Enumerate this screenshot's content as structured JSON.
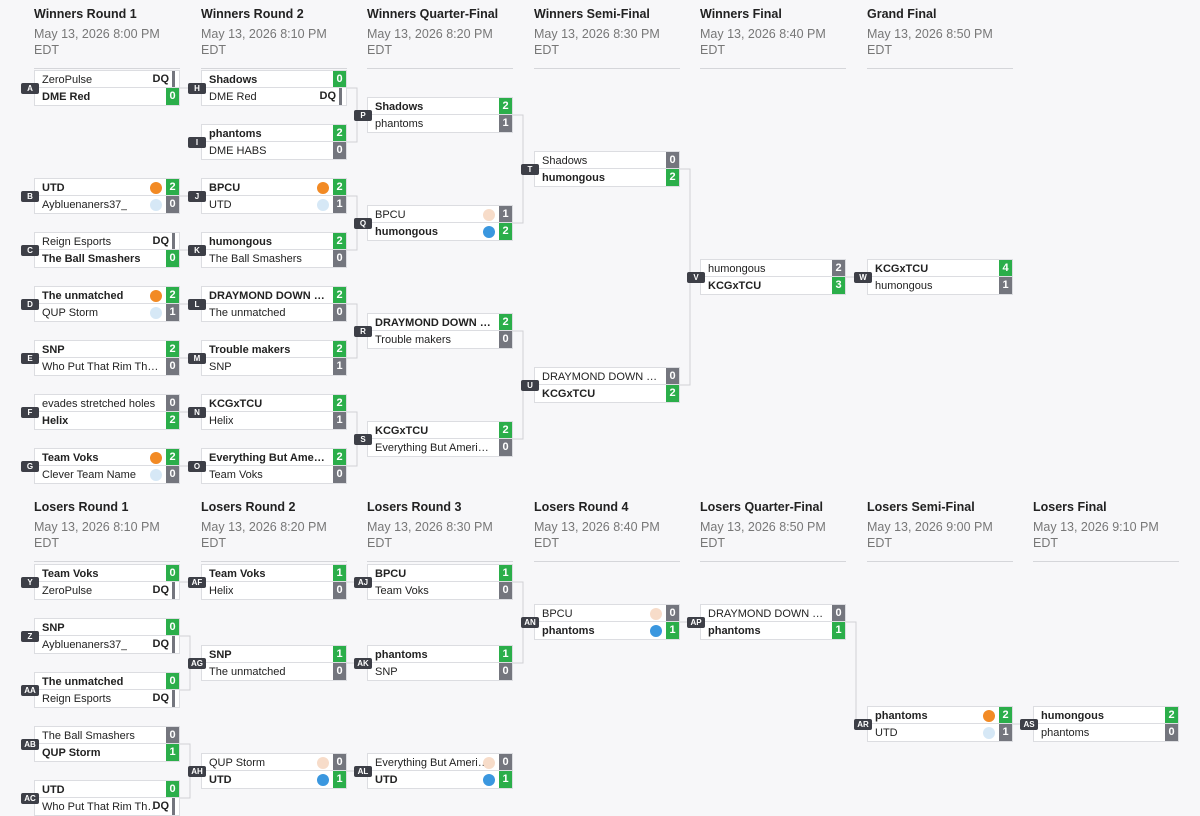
{
  "colors": {
    "win": "#2bae4a",
    "loss": "#74767e",
    "line": "#d0d1d5",
    "label_bg": "#3d3f47",
    "orange": "#f28a24",
    "blue": "#3a97df",
    "light_blue": "#d6e8f6",
    "peach": "#f7dcc9"
  },
  "winners_rounds": [
    {
      "title": "Winners Round 1",
      "date": "May 13, 2026 8:00 PM EDT"
    },
    {
      "title": "Winners Round 2",
      "date": "May 13, 2026 8:10 PM EDT"
    },
    {
      "title": "Winners Quarter-Final",
      "date": "May 13, 2026 8:20 PM EDT"
    },
    {
      "title": "Winners Semi-Final",
      "date": "May 13, 2026 8:30 PM EDT"
    },
    {
      "title": "Winners Final",
      "date": "May 13, 2026 8:40 PM EDT"
    },
    {
      "title": "Grand Final",
      "date": "May 13, 2026 8:50 PM EDT"
    }
  ],
  "losers_rounds": [
    {
      "title": "Losers Round 1",
      "date": "May 13, 2026 8:10 PM EDT"
    },
    {
      "title": "Losers Round 2",
      "date": "May 13, 2026 8:20 PM EDT"
    },
    {
      "title": "Losers Round 3",
      "date": "May 13, 2026 8:30 PM EDT"
    },
    {
      "title": "Losers Round 4",
      "date": "May 13, 2026 8:40 PM EDT"
    },
    {
      "title": "Losers Quarter-Final",
      "date": "May 13, 2026 8:50 PM EDT"
    },
    {
      "title": "Losers Semi-Final",
      "date": "May 13, 2026 9:00 PM EDT"
    },
    {
      "title": "Losers Final",
      "date": "May 13, 2026 9:10 PM EDT"
    }
  ],
  "matches": [
    {
      "id": "A",
      "bracket": "W",
      "round": 0,
      "slots": [
        {
          "name": "ZeroPulse",
          "score": "DQ",
          "win": false
        },
        {
          "name": "DME Red",
          "score": "0",
          "win": true
        }
      ]
    },
    {
      "id": "B",
      "bracket": "W",
      "round": 0,
      "slots": [
        {
          "name": "UTD",
          "score": "2",
          "win": true,
          "dot": "orange"
        },
        {
          "name": "Aybluenaners37_",
          "score": "0",
          "win": false,
          "dot": "light_blue"
        }
      ]
    },
    {
      "id": "C",
      "bracket": "W",
      "round": 0,
      "slots": [
        {
          "name": "Reign Esports",
          "score": "DQ",
          "win": false
        },
        {
          "name": "The Ball Smashers",
          "score": "0",
          "win": true
        }
      ]
    },
    {
      "id": "D",
      "bracket": "W",
      "round": 0,
      "slots": [
        {
          "name": "The unmatched",
          "score": "2",
          "win": true,
          "dot": "orange"
        },
        {
          "name": "QUP Storm",
          "score": "1",
          "win": false,
          "dot": "light_blue"
        }
      ]
    },
    {
      "id": "E",
      "bracket": "W",
      "round": 0,
      "slots": [
        {
          "name": "SNP",
          "score": "2",
          "win": true
        },
        {
          "name": "Who Put That Rim There?",
          "score": "0",
          "win": false
        }
      ]
    },
    {
      "id": "F",
      "bracket": "W",
      "round": 0,
      "slots": [
        {
          "name": "evades stretched holes",
          "score": "0",
          "win": false
        },
        {
          "name": "Helix",
          "score": "2",
          "win": true
        }
      ]
    },
    {
      "id": "G",
      "bracket": "W",
      "round": 0,
      "slots": [
        {
          "name": "Team Voks",
          "score": "2",
          "win": true,
          "dot": "orange"
        },
        {
          "name": "Clever Team Name",
          "score": "0",
          "win": false,
          "dot": "light_blue"
        }
      ]
    },
    {
      "id": "H",
      "bracket": "W",
      "round": 1,
      "slots": [
        {
          "name": "Shadows",
          "score": "0",
          "win": true
        },
        {
          "name": "DME Red",
          "score": "DQ",
          "win": false
        }
      ]
    },
    {
      "id": "I",
      "bracket": "W",
      "round": 1,
      "slots": [
        {
          "name": "phantoms",
          "score": "2",
          "win": true
        },
        {
          "name": "DME HABS",
          "score": "0",
          "win": false
        }
      ]
    },
    {
      "id": "J",
      "bracket": "W",
      "round": 1,
      "slots": [
        {
          "name": "BPCU",
          "score": "2",
          "win": true,
          "dot": "orange"
        },
        {
          "name": "UTD",
          "score": "1",
          "win": false,
          "dot": "light_blue"
        }
      ]
    },
    {
      "id": "K",
      "bracket": "W",
      "round": 1,
      "slots": [
        {
          "name": "humongous",
          "score": "2",
          "win": true
        },
        {
          "name": "The Ball Smashers",
          "score": "0",
          "win": false
        }
      ]
    },
    {
      "id": "L",
      "bracket": "W",
      "round": 1,
      "slots": [
        {
          "name": "DRAYMOND DOWN THE MIDDLE",
          "score": "2",
          "win": true
        },
        {
          "name": "The unmatched",
          "score": "0",
          "win": false
        }
      ]
    },
    {
      "id": "M",
      "bracket": "W",
      "round": 1,
      "slots": [
        {
          "name": "Trouble makers",
          "score": "2",
          "win": true
        },
        {
          "name": "SNP",
          "score": "1",
          "win": false
        }
      ]
    },
    {
      "id": "N",
      "bracket": "W",
      "round": 1,
      "slots": [
        {
          "name": "KCGxTCU",
          "score": "2",
          "win": true
        },
        {
          "name": "Helix",
          "score": "1",
          "win": false
        }
      ]
    },
    {
      "id": "O",
      "bracket": "W",
      "round": 1,
      "slots": [
        {
          "name": "Everything But American",
          "score": "2",
          "win": true
        },
        {
          "name": "Team Voks",
          "score": "0",
          "win": false
        }
      ]
    },
    {
      "id": "P",
      "bracket": "W",
      "round": 2,
      "slots": [
        {
          "name": "Shadows",
          "score": "2",
          "win": true
        },
        {
          "name": "phantoms",
          "score": "1",
          "win": false
        }
      ]
    },
    {
      "id": "Q",
      "bracket": "W",
      "round": 2,
      "slots": [
        {
          "name": "BPCU",
          "score": "1",
          "win": false,
          "dot": "peach"
        },
        {
          "name": "humongous",
          "score": "2",
          "win": true,
          "dot": "blue"
        }
      ]
    },
    {
      "id": "R",
      "bracket": "W",
      "round": 2,
      "slots": [
        {
          "name": "DRAYMOND DOWN THE MIDDLE",
          "score": "2",
          "win": true
        },
        {
          "name": "Trouble makers",
          "score": "0",
          "win": false
        }
      ]
    },
    {
      "id": "S",
      "bracket": "W",
      "round": 2,
      "slots": [
        {
          "name": "KCGxTCU",
          "score": "2",
          "win": true
        },
        {
          "name": "Everything But American",
          "score": "0",
          "win": false
        }
      ]
    },
    {
      "id": "T",
      "bracket": "W",
      "round": 3,
      "slots": [
        {
          "name": "Shadows",
          "score": "0",
          "win": false
        },
        {
          "name": "humongous",
          "score": "2",
          "win": true
        }
      ]
    },
    {
      "id": "U",
      "bracket": "W",
      "round": 3,
      "slots": [
        {
          "name": "DRAYMOND DOWN THE MIDDLE",
          "score": "0",
          "win": false
        },
        {
          "name": "KCGxTCU",
          "score": "2",
          "win": true
        }
      ]
    },
    {
      "id": "V",
      "bracket": "W",
      "round": 4,
      "slots": [
        {
          "name": "humongous",
          "score": "2",
          "win": false
        },
        {
          "name": "KCGxTCU",
          "score": "3",
          "win": true
        }
      ]
    },
    {
      "id": "W",
      "bracket": "W",
      "round": 5,
      "slots": [
        {
          "name": "KCGxTCU",
          "score": "4",
          "win": true
        },
        {
          "name": "humongous",
          "score": "1",
          "win": false
        }
      ]
    },
    {
      "id": "Y",
      "bracket": "L",
      "round": 0,
      "slots": [
        {
          "name": "Team Voks",
          "score": "0",
          "win": true
        },
        {
          "name": "ZeroPulse",
          "score": "DQ",
          "win": false
        }
      ]
    },
    {
      "id": "Z",
      "bracket": "L",
      "round": 0,
      "slots": [
        {
          "name": "SNP",
          "score": "0",
          "win": true
        },
        {
          "name": "Aybluenaners37_",
          "score": "DQ",
          "win": false
        }
      ]
    },
    {
      "id": "AA",
      "bracket": "L",
      "round": 0,
      "slots": [
        {
          "name": "The unmatched",
          "score": "0",
          "win": true
        },
        {
          "name": "Reign Esports",
          "score": "DQ",
          "win": false
        }
      ]
    },
    {
      "id": "AB",
      "bracket": "L",
      "round": 0,
      "slots": [
        {
          "name": "The Ball Smashers",
          "score": "0",
          "win": false
        },
        {
          "name": "QUP Storm",
          "score": "1",
          "win": true
        }
      ]
    },
    {
      "id": "AC",
      "bracket": "L",
      "round": 0,
      "slots": [
        {
          "name": "UTD",
          "score": "0",
          "win": true
        },
        {
          "name": "Who Put That Rim There?",
          "score": "DQ",
          "win": false
        }
      ]
    },
    {
      "id": "AF",
      "bracket": "L",
      "round": 1,
      "slots": [
        {
          "name": "Team Voks",
          "score": "1",
          "win": true
        },
        {
          "name": "Helix",
          "score": "0",
          "win": false
        }
      ]
    },
    {
      "id": "AG",
      "bracket": "L",
      "round": 1,
      "slots": [
        {
          "name": "SNP",
          "score": "1",
          "win": true
        },
        {
          "name": "The unmatched",
          "score": "0",
          "win": false
        }
      ]
    },
    {
      "id": "AH",
      "bracket": "L",
      "round": 1,
      "slots": [
        {
          "name": "QUP Storm",
          "score": "0",
          "win": false,
          "dot": "peach"
        },
        {
          "name": "UTD",
          "score": "1",
          "win": true,
          "dot": "blue"
        }
      ]
    },
    {
      "id": "AJ",
      "bracket": "L",
      "round": 2,
      "slots": [
        {
          "name": "BPCU",
          "score": "1",
          "win": true
        },
        {
          "name": "Team Voks",
          "score": "0",
          "win": false
        }
      ]
    },
    {
      "id": "AK",
      "bracket": "L",
      "round": 2,
      "slots": [
        {
          "name": "phantoms",
          "score": "1",
          "win": true
        },
        {
          "name": "SNP",
          "score": "0",
          "win": false
        }
      ]
    },
    {
      "id": "AL",
      "bracket": "L",
      "round": 2,
      "slots": [
        {
          "name": "Everything But American",
          "score": "0",
          "win": false,
          "dot": "peach"
        },
        {
          "name": "UTD",
          "score": "1",
          "win": true,
          "dot": "blue"
        }
      ]
    },
    {
      "id": "AN",
      "bracket": "L",
      "round": 3,
      "slots": [
        {
          "name": "BPCU",
          "score": "0",
          "win": false,
          "dot": "peach"
        },
        {
          "name": "phantoms",
          "score": "1",
          "win": true,
          "dot": "blue"
        }
      ]
    },
    {
      "id": "AP",
      "bracket": "L",
      "round": 4,
      "slots": [
        {
          "name": "DRAYMOND DOWN THE MIDDLE",
          "score": "0",
          "win": false
        },
        {
          "name": "phantoms",
          "score": "1",
          "win": true
        }
      ]
    },
    {
      "id": "AR",
      "bracket": "L",
      "round": 5,
      "slots": [
        {
          "name": "phantoms",
          "score": "2",
          "win": true,
          "dot": "orange"
        },
        {
          "name": "UTD",
          "score": "1",
          "win": false,
          "dot": "light_blue"
        }
      ]
    },
    {
      "id": "AS",
      "bracket": "L",
      "round": 6,
      "slots": [
        {
          "name": "humongous",
          "score": "2",
          "win": true
        },
        {
          "name": "phantoms",
          "score": "0",
          "win": false
        }
      ]
    }
  ]
}
